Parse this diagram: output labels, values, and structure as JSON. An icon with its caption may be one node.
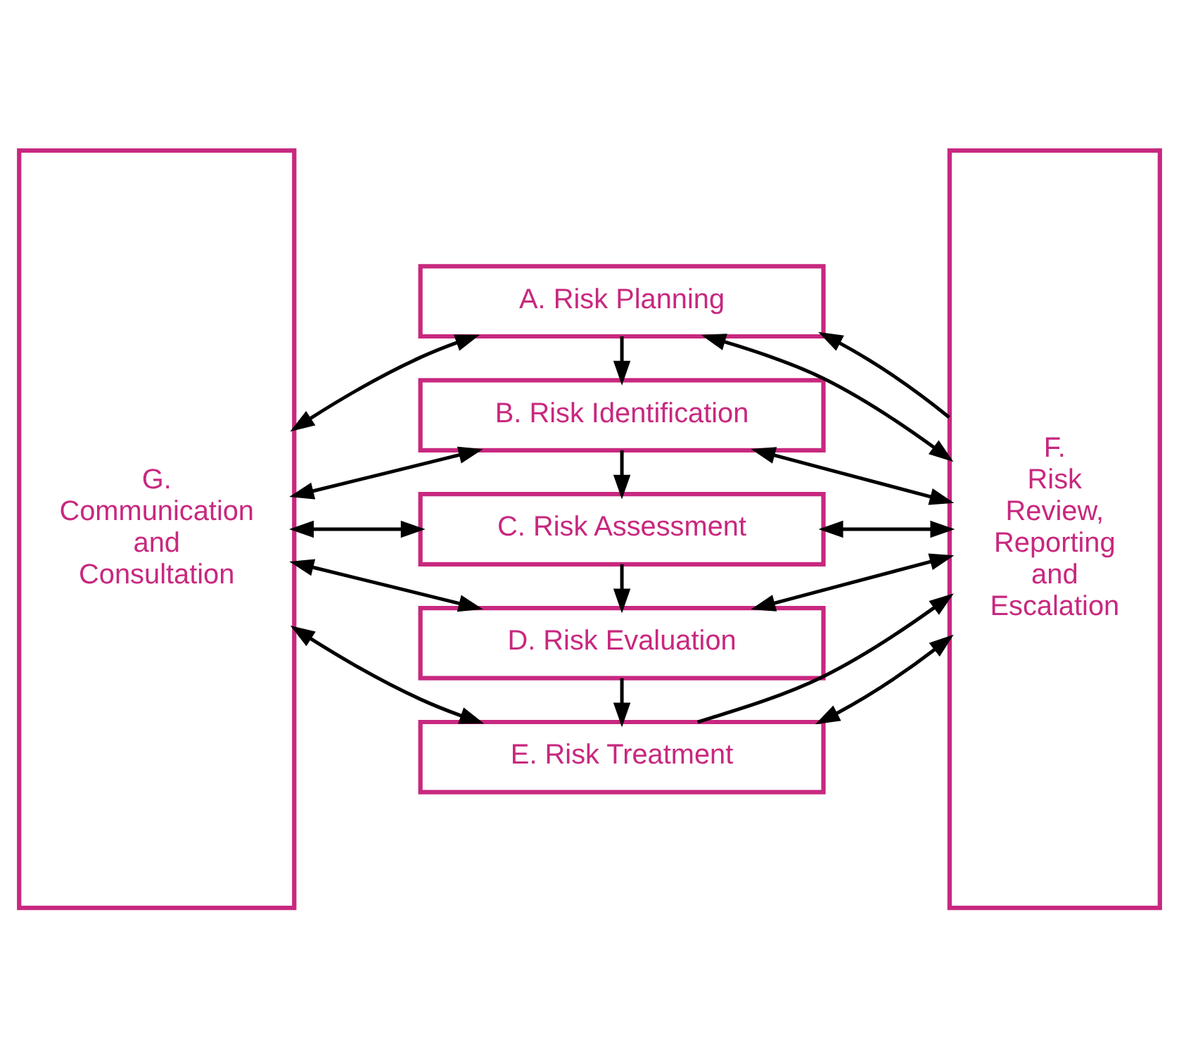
{
  "diagram": {
    "nodes": [
      {
        "text": [
          "G. Communication and Consultation"
        ]
      },
      {
        "text": [
          "A. Risk Planning"
        ]
      },
      {
        "text": [
          "B. Risk Identification"
        ]
      },
      {
        "text": [
          "C. Risk Assessment"
        ]
      },
      {
        "text": [
          "D. Risk Evaluation"
        ]
      },
      {
        "text": [
          "E. Risk Treatment"
        ]
      },
      {
        "text": [
          "F. Risk Review, Reporting and Escalation"
        ]
      }
    ],
    "edges": [
      {
        "from": 0,
        "to": 1,
        "arrow": "both"
      },
      {
        "from": 1,
        "to": 6,
        "arrow": "both"
      },
      {
        "from": 1,
        "to": 2,
        "arrow": "to"
      },
      {
        "from": 0,
        "to": 2,
        "arrow": "both"
      },
      {
        "from": 2,
        "to": 6,
        "arrow": "both"
      },
      {
        "from": 2,
        "to": 3,
        "arrow": "to"
      },
      {
        "from": 0,
        "to": 3,
        "arrow": "both"
      },
      {
        "from": 3,
        "to": 6,
        "arrow": "both"
      },
      {
        "from": 3,
        "to": 4,
        "arrow": "to"
      },
      {
        "from": 0,
        "to": 4,
        "arrow": "both"
      },
      {
        "from": 4,
        "to": 6,
        "arrow": "both"
      },
      {
        "from": 4,
        "to": 5,
        "arrow": "to"
      },
      {
        "from": 0,
        "to": 5,
        "arrow": "both"
      },
      {
        "from": 5,
        "to": 6,
        "arrow": "both"
      },
      {
        "from": 5,
        "to": 6,
        "arrow": "to"
      },
      {
        "from": 6,
        "to": 1,
        "arrow": "to"
      }
    ]
  }
}
